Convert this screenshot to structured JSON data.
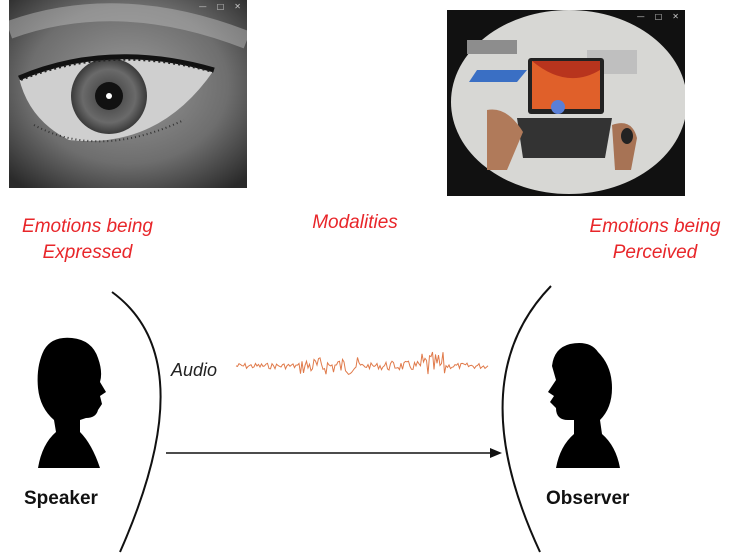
{
  "captions": {
    "expressed": [
      "Emotions being",
      "Expressed"
    ],
    "modalities": "Modalities",
    "perceived": [
      "Emotions being",
      "Perceived"
    ]
  },
  "labels": {
    "audio": "Audio",
    "speaker": "Speaker",
    "observer": "Observer"
  },
  "photos": {
    "eye": {
      "icon": "eye-closeup-photo",
      "window_controls": [
        "—",
        "□",
        "✕"
      ]
    },
    "desk": {
      "icon": "laptop-desk-photo",
      "window_controls": [
        "—",
        "□",
        "✕"
      ]
    }
  },
  "colors": {
    "caption": "#e8262a",
    "waveform": "#e07a4a",
    "silhouette": "#000000"
  },
  "icons": [
    "speaker-silhouette-icon",
    "observer-silhouette-icon",
    "audio-waveform-icon",
    "arrow-icon"
  ]
}
